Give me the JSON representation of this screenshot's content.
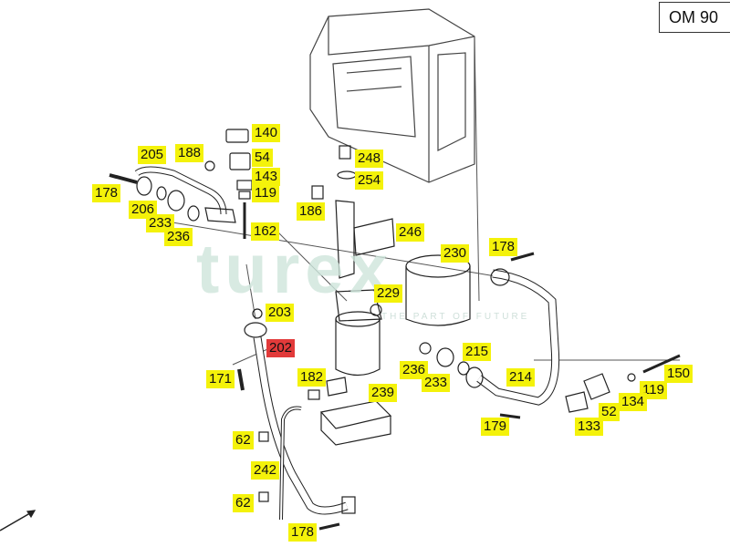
{
  "model": "OM 90",
  "watermark": {
    "brand": "turex",
    "tagline": "THE PART OF FUTURE"
  },
  "callouts": [
    {
      "id": "205"
    },
    {
      "id": "188"
    },
    {
      "id": "140"
    },
    {
      "id": "54"
    },
    {
      "id": "143"
    },
    {
      "id": "119"
    },
    {
      "id": "178"
    },
    {
      "id": "206"
    },
    {
      "id": "233"
    },
    {
      "id": "236"
    },
    {
      "id": "162"
    },
    {
      "id": "248"
    },
    {
      "id": "254"
    },
    {
      "id": "186"
    },
    {
      "id": "246"
    },
    {
      "id": "230"
    },
    {
      "id": "178"
    },
    {
      "id": "229"
    },
    {
      "id": "203"
    },
    {
      "id": "202",
      "highlight": true
    },
    {
      "id": "171"
    },
    {
      "id": "182"
    },
    {
      "id": "239"
    },
    {
      "id": "236"
    },
    {
      "id": "233"
    },
    {
      "id": "215"
    },
    {
      "id": "214"
    },
    {
      "id": "150"
    },
    {
      "id": "119"
    },
    {
      "id": "134"
    },
    {
      "id": "52"
    },
    {
      "id": "133"
    },
    {
      "id": "179"
    },
    {
      "id": "62"
    },
    {
      "id": "242"
    },
    {
      "id": "62"
    },
    {
      "id": "178"
    }
  ],
  "colors": {
    "label_bg": "#f4f20a",
    "highlight_bg": "#e23a3a",
    "line": "#222222"
  }
}
